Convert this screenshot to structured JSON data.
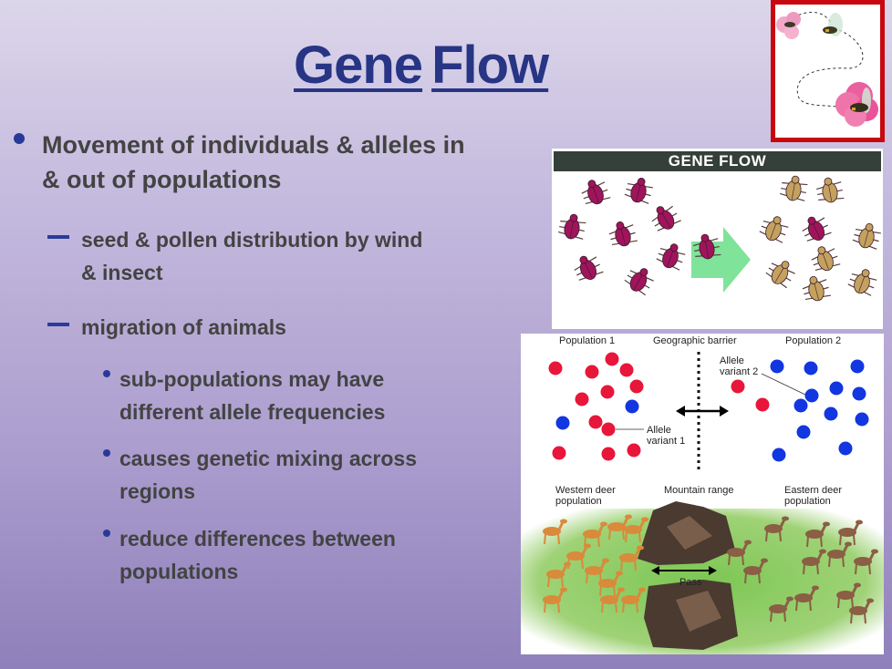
{
  "slide": {
    "title_words": [
      "Gene",
      "Flow"
    ],
    "colors": {
      "title": "#283585",
      "bullet": "#283a99",
      "text": "#434343",
      "frame": "#c8080f"
    }
  },
  "bullets": {
    "main": "Movement of individuals & alleles in & out of populations",
    "sub": [
      "seed & pollen distribution by wind & insect",
      "migration of animals"
    ],
    "subsub": [
      "sub-populations may have different allele frequencies",
      "causes genetic mixing across regions",
      "reduce differences between populations"
    ]
  },
  "figures": {
    "pollination": {
      "icon": "bee-pollination-illustration"
    },
    "beetles": {
      "header": "GENE FLOW",
      "left_group": "magenta-beetles",
      "right_group": "tan-beetles"
    },
    "alleles": {
      "pop1_label": "Population 1",
      "barrier_label": "Geographic barrier",
      "pop2_label": "Population 2",
      "variant1_label_line1": "Allele",
      "variant1_label_line2": "variant 1",
      "variant2_label_line1": "Allele",
      "variant2_label_line2": "variant 2",
      "red": "#e8163a",
      "blue": "#1236e0"
    },
    "deer": {
      "west_line1": "Western deer",
      "west_line2": "population",
      "mountain": "Mountain range",
      "east_line1": "Eastern deer",
      "east_line2": "population",
      "pass": "Pass"
    }
  }
}
